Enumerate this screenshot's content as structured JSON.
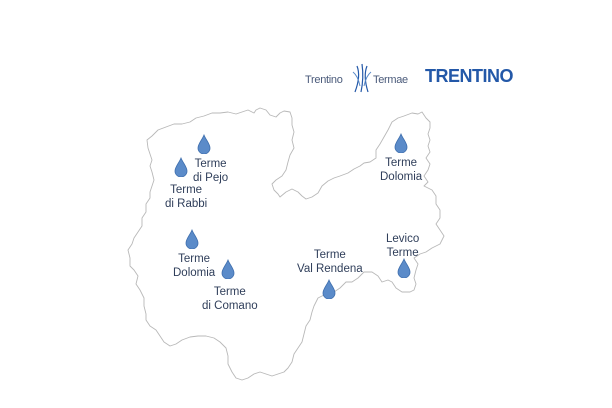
{
  "logos": {
    "termae_left": "Trentino",
    "termae_right": "Termae",
    "trentino": "TRENTINO"
  },
  "colors": {
    "drop": "#5b8bc9",
    "drop_dark": "#3f6fae",
    "outline": "#b8b8b8",
    "label": "#2f3e5a",
    "brand": "#2358a8"
  },
  "spas": [
    {
      "id": "pejo",
      "line1": "Terme",
      "line2": "di Pejo"
    },
    {
      "id": "rabbi",
      "line1": "Terme",
      "line2": "di Rabbi"
    },
    {
      "id": "dolomia-north",
      "line1": "Terme",
      "line2": "Dolomia"
    },
    {
      "id": "dolomia-west",
      "line1": "Terme",
      "line2": "Dolomia"
    },
    {
      "id": "comano",
      "line1": "Terme",
      "line2": "di Comano"
    },
    {
      "id": "val-rendena",
      "line1": "Terme",
      "line2": "Val Rendena"
    },
    {
      "id": "levico",
      "line1": "Levico",
      "line2": "Terme"
    }
  ]
}
